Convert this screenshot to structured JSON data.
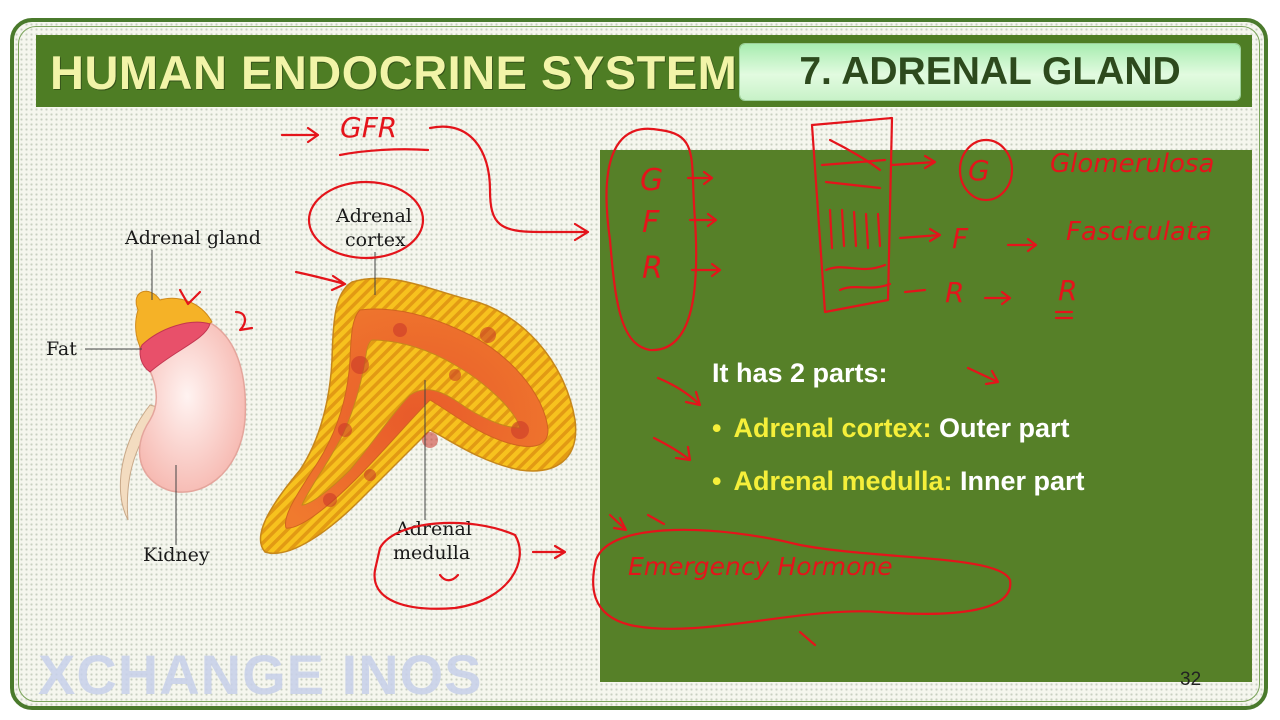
{
  "slide": {
    "title": "HUMAN ENDOCRINE SYSTEM",
    "section": "7. ADRENAL GLAND",
    "page_number": "32"
  },
  "watermark": "XCHANGE INOS",
  "diagram_labels": {
    "adrenal_gland": "Adrenal gland",
    "fat": "Fat",
    "kidney": "Kidney",
    "adrenal_cortex_line1": "Adrenal",
    "adrenal_cortex_line2": "cortex",
    "adrenal_medulla_line1": "Adrenal",
    "adrenal_medulla_line2": "medulla"
  },
  "info": {
    "heading": "It has 2 parts:",
    "items": [
      {
        "term": "Adrenal cortex:",
        "desc": "Outer part"
      },
      {
        "term": "Adrenal medulla:",
        "desc": "Inner part"
      }
    ]
  },
  "annotations": {
    "gfr": "GFR",
    "g": "G",
    "f": "F",
    "r": "R",
    "glomerulosa": "Glomerulosa",
    "fasciculata": "Fasciculata",
    "emergency": "Emergency Hormone"
  },
  "colors": {
    "title_bar": "#4e7d24",
    "title_text": "#f2f4a8",
    "panel": "#568028",
    "highlight": "#f5ef3a",
    "ink": "#e4141b"
  }
}
